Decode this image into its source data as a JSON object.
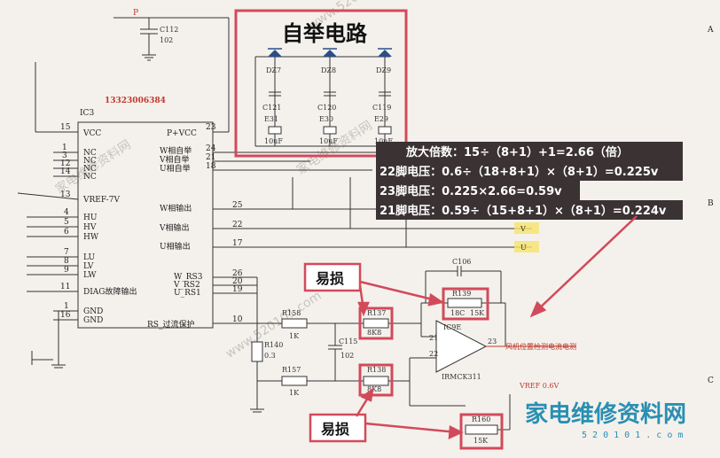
{
  "title": "自举电路",
  "phone": "13323006384",
  "ic": {
    "name": "IC3",
    "left_pins": [
      {
        "num": "15",
        "name": "VCC"
      },
      {
        "num": "1",
        "name": "NC"
      },
      {
        "num": "3",
        "name": "NC"
      },
      {
        "num": "12",
        "name": "NC"
      },
      {
        "num": "14",
        "name": "NC"
      },
      {
        "num": "13",
        "name": "VREF-7V"
      },
      {
        "num": "4",
        "name": "HU"
      },
      {
        "num": "5",
        "name": "HV"
      },
      {
        "num": "6",
        "name": "HW"
      },
      {
        "num": "7",
        "name": "LU"
      },
      {
        "num": "8",
        "name": "LV"
      },
      {
        "num": "9",
        "name": "LW"
      },
      {
        "num": "11",
        "name": "DIAG故障输出"
      },
      {
        "num": "1",
        "name": "GND"
      },
      {
        "num": "16",
        "name": "GND"
      }
    ],
    "right_pins": [
      {
        "num": "23",
        "name": "P+VCC"
      },
      {
        "num": "24",
        "name": "W相自举"
      },
      {
        "num": "21",
        "name": "V相自举"
      },
      {
        "num": "18",
        "name": "U相自举"
      },
      {
        "num": "25",
        "name": "W相输出"
      },
      {
        "num": "22",
        "name": "V相输出"
      },
      {
        "num": "17",
        "name": "U相输出"
      },
      {
        "num": "26",
        "name": "W_RS3"
      },
      {
        "num": "20",
        "name": "V_RS2"
      },
      {
        "num": "19",
        "name": "U_RS1"
      },
      {
        "num": "10",
        "name": "RS_过流保护"
      }
    ]
  },
  "top": {
    "p_label": "P",
    "c112": "C112",
    "c112_val": "102"
  },
  "bootstrap": {
    "diodes": [
      "DZ7",
      "DZ8",
      "DZ9"
    ],
    "caps_small": [
      "C121",
      "C120",
      "C119"
    ],
    "caps_elec": [
      "E31",
      "E30",
      "E29"
    ],
    "cap_val": "10uF"
  },
  "notes": [
    "放大倍数：15÷（8+1）+1=2.66（倍）",
    "22脚电压：0.6÷（18+8+1）×（8+1）=0.225v",
    "23脚电压：0.225×2.66=0.59v",
    "21脚电压：0.59÷（15+8+1）×（8+1）=0.224v"
  ],
  "easy_label": "易损",
  "parts": {
    "r158": "R158",
    "r158_val": "1K",
    "r157": "R157",
    "r157_val": "1K",
    "r140": "R140",
    "r140_val": "0.3",
    "c115": "C115",
    "c115_val": "102",
    "r137": "R137",
    "r137_val": "8K8",
    "r138": "R138",
    "r138_val": "8K8",
    "r139": "R139",
    "r139_val": "15K",
    "r139_alt": "18C",
    "c106": "C106",
    "r160": "R160",
    "r160_val": "15K",
    "ic9": "IC9E",
    "ic9_part": "IRMCK311",
    "vref": "VREF 0.6V",
    "opamp_out": "风机位置检测电流电测",
    "pin23": "23",
    "pin22": "22",
    "pin21": "21"
  },
  "small_marks": {
    "v": "V",
    "u": "U"
  },
  "margin_letters": [
    "A",
    "B",
    "C"
  ],
  "watermarks": [
    "家电维修资料网",
    "www.520101.com"
  ],
  "brand": {
    "cn": "家电维修资料网",
    "url": "5 2 0 1 0 1 . c o m"
  }
}
